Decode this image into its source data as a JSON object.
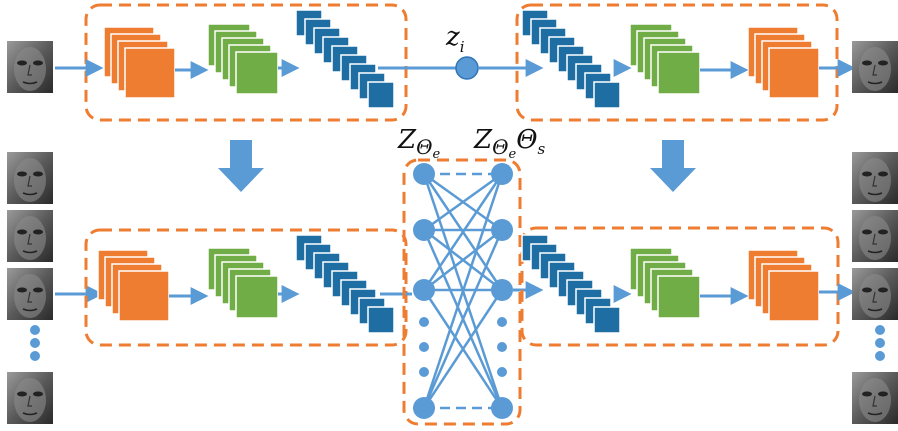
{
  "labels": {
    "latent_top": {
      "main": "z",
      "sub": "i"
    },
    "latent_left": {
      "main": "Z",
      "sub": "Θ",
      "subsub": "e"
    },
    "latent_right": {
      "main": "Z",
      "sub": "Θ",
      "subsub": "e",
      "tail": "Θ",
      "tailsub": "s"
    }
  },
  "colors": {
    "orange": "#ee7d31",
    "green": "#70ad47",
    "darkblue": "#1f6ea3",
    "arrow": "#5b9bd5",
    "node": "#5b9bd5",
    "dash": "#ee7d31"
  },
  "icons": [
    "face-image",
    "down-arrow-icon",
    "ellipsis-dots-icon"
  ]
}
